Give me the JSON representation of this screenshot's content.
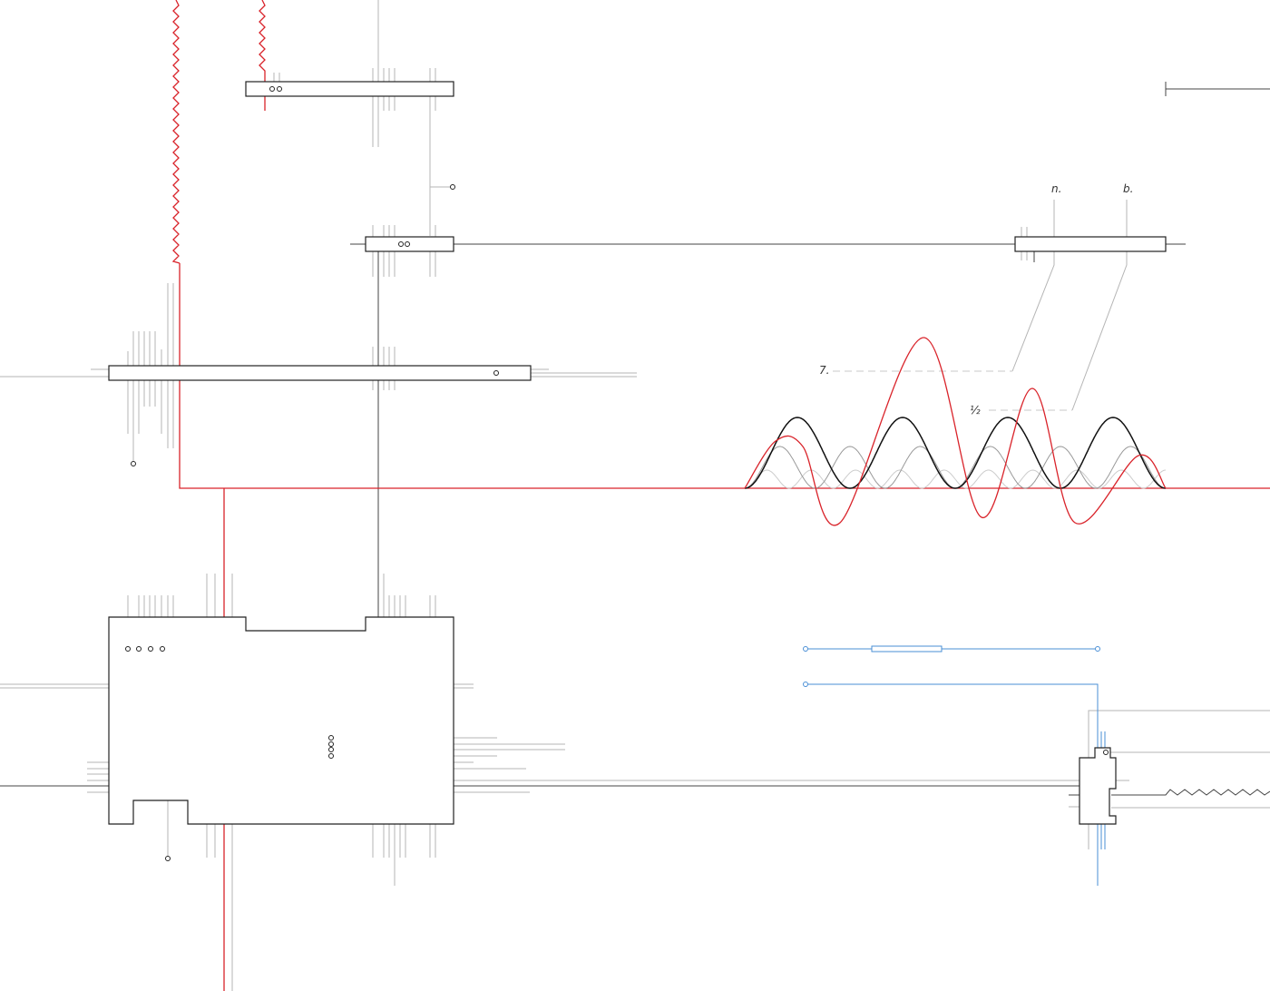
{
  "labels": {
    "n": "n.",
    "b": "b.",
    "seven": "7.",
    "half": "½"
  },
  "colors": {
    "red": "#d9232a",
    "black": "#222222",
    "gray": "#aaaaaa",
    "blue": "#4a8fd6"
  }
}
